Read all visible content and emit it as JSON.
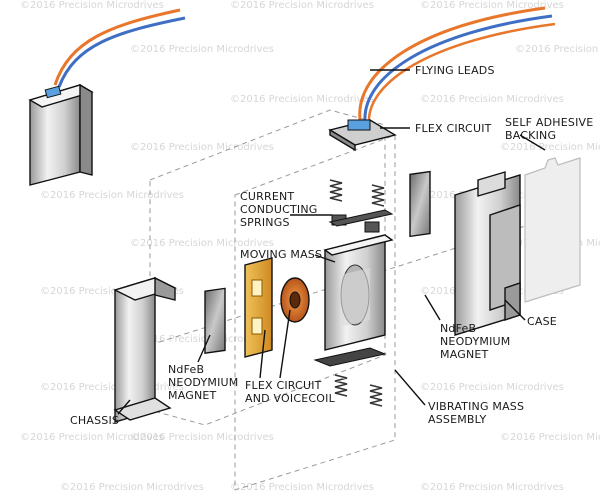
{
  "labels": {
    "flying_leads": "FLYING LEADS",
    "flex_circuit": "FLEX CIRCUIT",
    "self_adhesive_1": "SELF ADHESIVE",
    "self_adhesive_2": "BACKING",
    "springs_1": "CURRENT",
    "springs_2": "CONDUCTING",
    "springs_3": "SPRINGS",
    "moving_mass": "MOVING MASS",
    "magnet_right_1": "NdFeB",
    "magnet_right_2": "NEODYMIUM",
    "magnet_right_3": "MAGNET",
    "case": "CASE",
    "magnet_left_1": "NdFeB",
    "magnet_left_2": "NEODYMIUM",
    "magnet_left_3": "MAGNET",
    "flexvc_1": "FLEX CIRCUIT",
    "flexvc_2": "AND VOICECOIL",
    "chassis": "CHASSIS",
    "vma_1": "VIBRATING MASS",
    "vma_2": "ASSEMBLY"
  },
  "watermark": "©2016 Precision Microdrives",
  "colors": {
    "wire_orange": "#e8762b",
    "wire_blue": "#3f6fc4",
    "metal_light": "#eeeeee",
    "metal_dark": "#8e8e8e",
    "coil_orange": "#e07a3a",
    "flex_gold": "#e2a33a"
  }
}
